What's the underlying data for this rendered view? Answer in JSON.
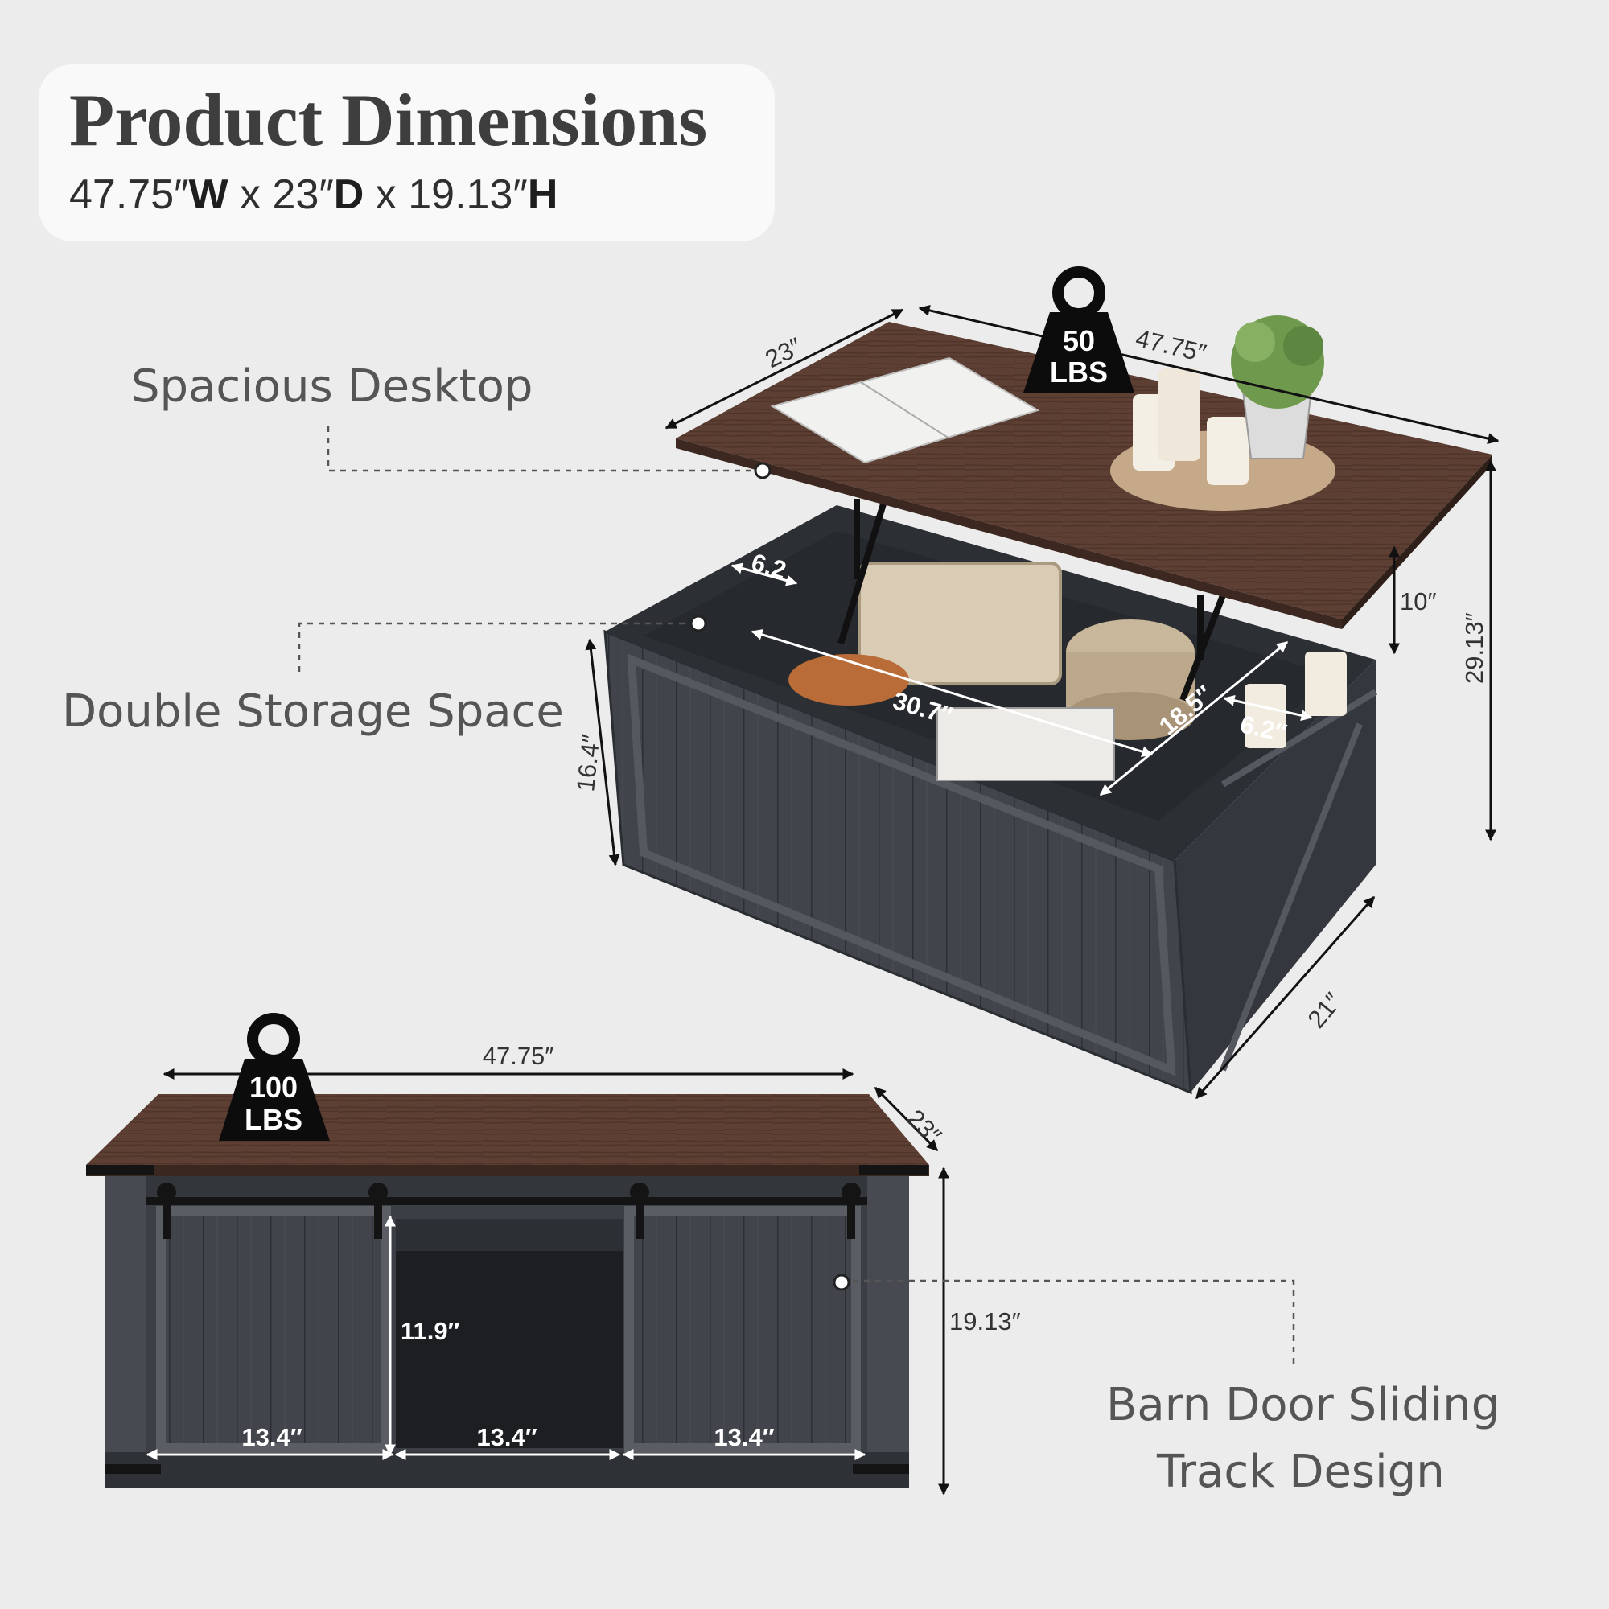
{
  "header": {
    "title": "Product Dimensions",
    "width_value": "47.75″",
    "width_letter": "W",
    "x1": " x ",
    "depth_value": "23″",
    "depth_letter": "D",
    "x2": " x ",
    "height_value": "19.13″",
    "height_letter": "H"
  },
  "features": {
    "desktop": "Spacious Desktop",
    "storage": "Double Storage Space",
    "barn_line1": "Barn Door Sliding",
    "barn_line2": "Track Design"
  },
  "top_view": {
    "weight_value": "50",
    "weight_unit": "LBS",
    "dim_depth": "23″",
    "dim_width": "47.75″",
    "dim_lift": "10″",
    "dim_total_height": "29.13″",
    "dim_body_height": "16.4″",
    "dim_bottom_depth": "21″",
    "dim_left_comp": "6.2",
    "dim_inner_length": "30.7″",
    "dim_inner_depth": "18.5″",
    "dim_right_comp": "6.2″"
  },
  "front_view": {
    "weight_value": "100",
    "weight_unit": "LBS",
    "dim_width": "47.75″",
    "dim_depth": "23″",
    "dim_height": "19.13″",
    "dim_opening_height": "11.9″",
    "dim_door_left": "13.4″",
    "dim_opening_width": "13.4″",
    "dim_door_right": "13.4″"
  },
  "colors": {
    "background": "#ececec",
    "wood_top": "#5e3f33",
    "cabinet": "#3e4248",
    "hardware": "#141414"
  }
}
